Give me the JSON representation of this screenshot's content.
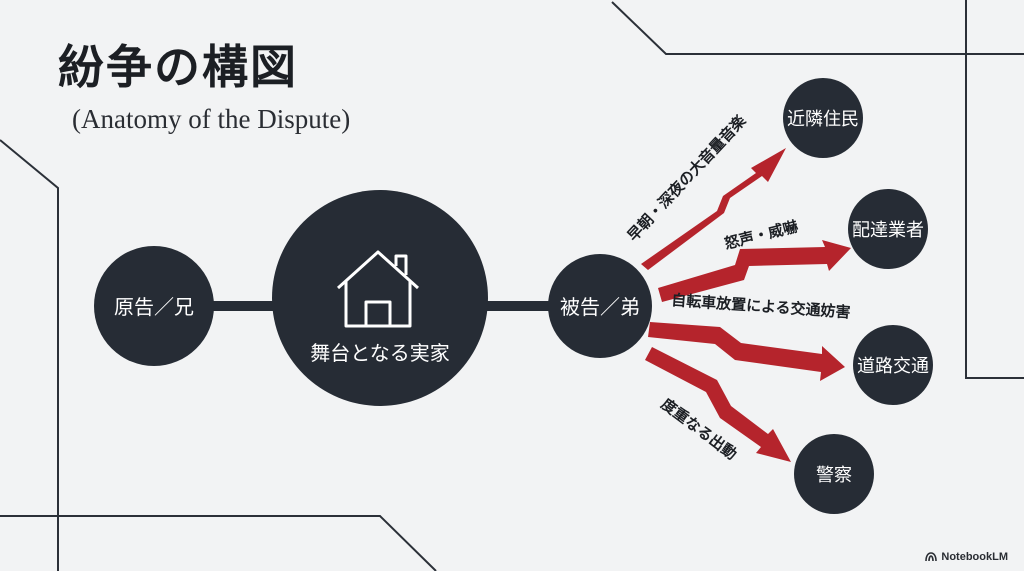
{
  "title": "紛争の構図",
  "subtitle": "(Anatomy of the Dispute)",
  "nodes": {
    "plaintiff": "原告／兄",
    "house": "舞台となる実家",
    "defendant": "被告／弟"
  },
  "targets": [
    {
      "name": "近隣住民",
      "action": "早朝・深夜の大音量音楽"
    },
    {
      "name": "配達業者",
      "action": "怒声・威嚇"
    },
    {
      "name": "道路交通",
      "action": "自転車放置による交通妨害"
    },
    {
      "name": "警察",
      "action": "度重なる出動"
    }
  ],
  "icons": {
    "house": "house-icon",
    "brand": "notebooklm-logo-icon"
  },
  "colors": {
    "node": "#262c35",
    "arrow": "#b5242c",
    "background": "#f2f3f4"
  },
  "watermark": "NotebookLM"
}
